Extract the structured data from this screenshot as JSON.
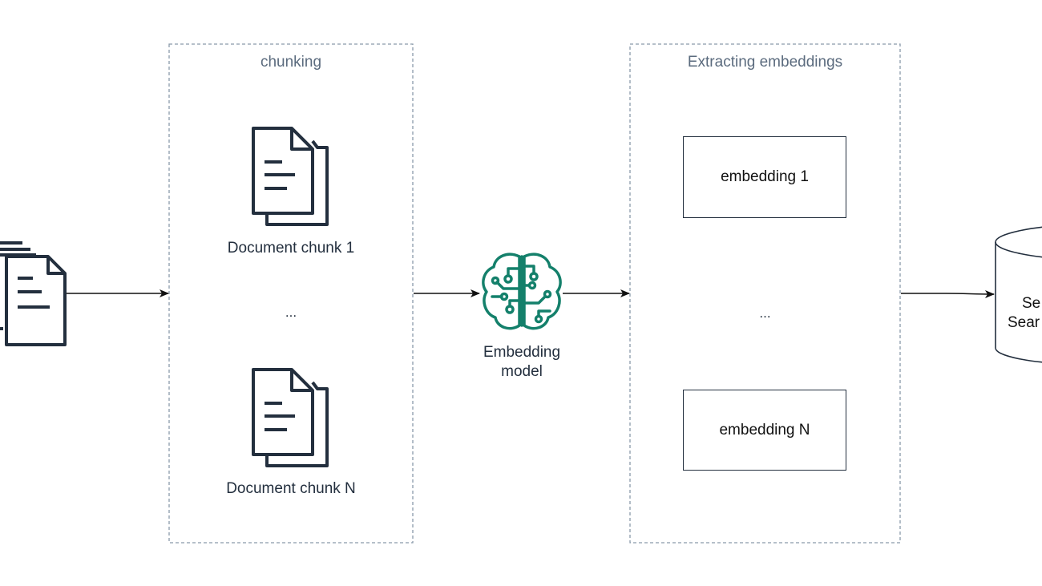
{
  "groups": {
    "chunking": {
      "label": "chunking"
    },
    "extracting": {
      "label": "Extracting embeddings"
    }
  },
  "chunks": {
    "first_label": "Document chunk 1",
    "ellipsis": "...",
    "last_label": "Document chunk N"
  },
  "model": {
    "label_line1": "Embedding",
    "label_line2": "model",
    "icon": "brain-circuit-icon"
  },
  "embeddings": {
    "first_label": "embedding 1",
    "ellipsis": "...",
    "last_label": "embedding N"
  },
  "database": {
    "label_line1": "Se",
    "label_line2": "Sear",
    "icon": "database-cylinder-icon"
  },
  "source": {
    "icon": "documents-stack-icon"
  },
  "colors": {
    "document_stroke": "#232f3e",
    "brain_stroke": "#14806b",
    "group_border": "#8a9aaa",
    "group_text": "#5b6b7e",
    "arrow": "#111111"
  }
}
